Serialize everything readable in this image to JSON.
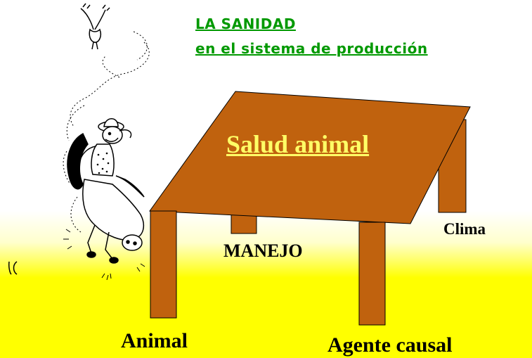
{
  "title": {
    "line1": "LA SANIDAD",
    "line2": "en el sistema de producción"
  },
  "table": {
    "top_label": "Salud animal",
    "legs": {
      "front_left": "Animal",
      "back_left": "MANEJO",
      "back_right": "Clima",
      "front_right": "Agente causal"
    }
  },
  "illustration": {
    "icon": "cartoon-rider-on-horse-icon",
    "bird_icon": "bird-icon"
  },
  "colors": {
    "table_brown": "#C0620E",
    "title_green": "#009900",
    "top_label_yellow": "#FFFF66",
    "ground_yellow": "#FFFF00"
  }
}
